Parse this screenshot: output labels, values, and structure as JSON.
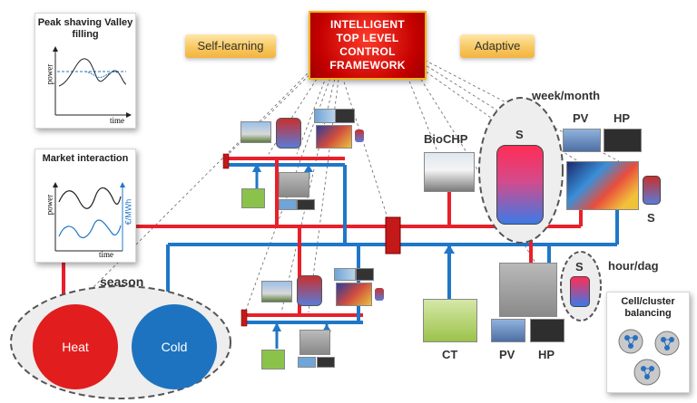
{
  "top": {
    "title": "INTELLIGENT TOP LEVEL CONTROL FRAMEWORK"
  },
  "tags": {
    "left": "Self-learning",
    "right": "Adaptive"
  },
  "peak_card": {
    "title": "Peak shaving Valley filling",
    "ylabel": "power",
    "xlabel": "time"
  },
  "market_card": {
    "title": "Market interaction",
    "ylabel_left": "power",
    "ylabel_right": "€/MWh",
    "xlabel": "time"
  },
  "labels": {
    "season": "season",
    "heat": "Heat",
    "cold": "Cold",
    "week_month": "week/month",
    "biochp": "BioCHP",
    "storage": "S",
    "pv": "PV",
    "hp": "HP",
    "ct": "CT",
    "hour_day": "hour/dag",
    "cluster": "Cell/cluster balancing"
  },
  "colors": {
    "hot_pipe": "#e8202a",
    "cold_pipe": "#1f77c8",
    "heat_fill": "#e11d1d",
    "cold_fill": "#1e73c0"
  }
}
